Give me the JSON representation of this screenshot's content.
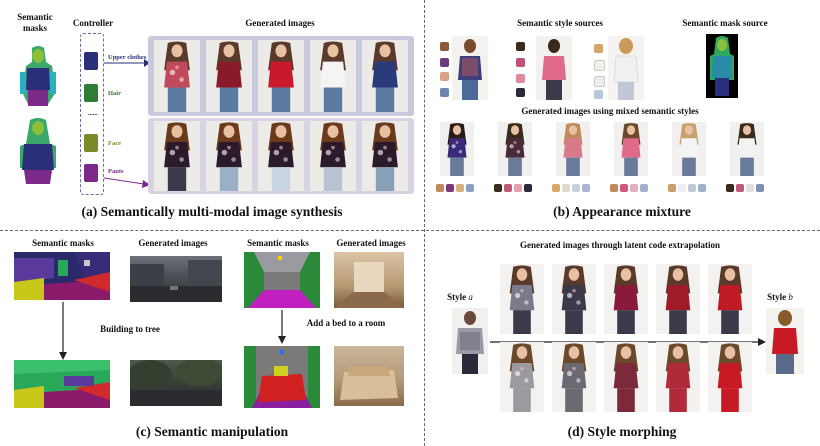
{
  "panel_a": {
    "semantic_masks": "Semantic\nmasks",
    "controller": "Controller",
    "generated_images": "Generated images",
    "labels": [
      "Upper clothes",
      "Hair",
      "Face",
      "Pants"
    ],
    "ellipsis": "......",
    "caption": "(a) Semantically multi-modal image synthesis",
    "colors": {
      "upper": "#2a2f7a",
      "hair": "#2e7d32",
      "face": "#7a8a2a",
      "pants": "#7b2a8a",
      "bg_band": "#c9c9dd"
    }
  },
  "panel_b": {
    "style_sources": "Semantic style sources",
    "mask_source": "Semantic mask source",
    "mixed": "Generated images using mixed semantic styles",
    "caption": "(b) Appearance mixture"
  },
  "panel_c": {
    "masks_left": "Semantic masks",
    "gen_left": "Generated images",
    "masks_right": "Semantic masks",
    "gen_right": "Generated images",
    "op_left": "Building to tree",
    "op_right": "Add a bed to a room",
    "caption": "(c) Semantic manipulation"
  },
  "panel_d": {
    "title": "Generated images through latent code extrapolation",
    "style_a": "Style",
    "style_a_var": "a",
    "style_b": "Style",
    "style_b_var": "b",
    "caption": "(d) Style morphing"
  }
}
